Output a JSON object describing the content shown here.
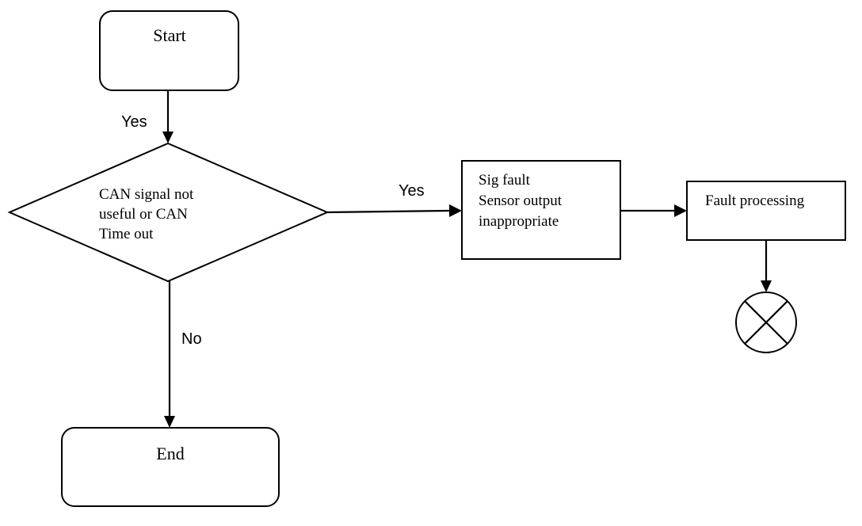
{
  "flowchart": {
    "start": {
      "label": "Start"
    },
    "decision": {
      "lines": [
        "CAN signal not",
        "useful or CAN",
        "Time out"
      ]
    },
    "fault_box": {
      "lines": [
        "Sig fault",
        "Sensor output",
        "inappropriate"
      ]
    },
    "processing": {
      "label": "Fault processing"
    },
    "end": {
      "label": "End"
    },
    "edges": {
      "start_to_decision": "Yes",
      "decision_to_fault": "Yes",
      "decision_to_end": "No"
    },
    "terminator_icon": "circle-x-icon"
  }
}
